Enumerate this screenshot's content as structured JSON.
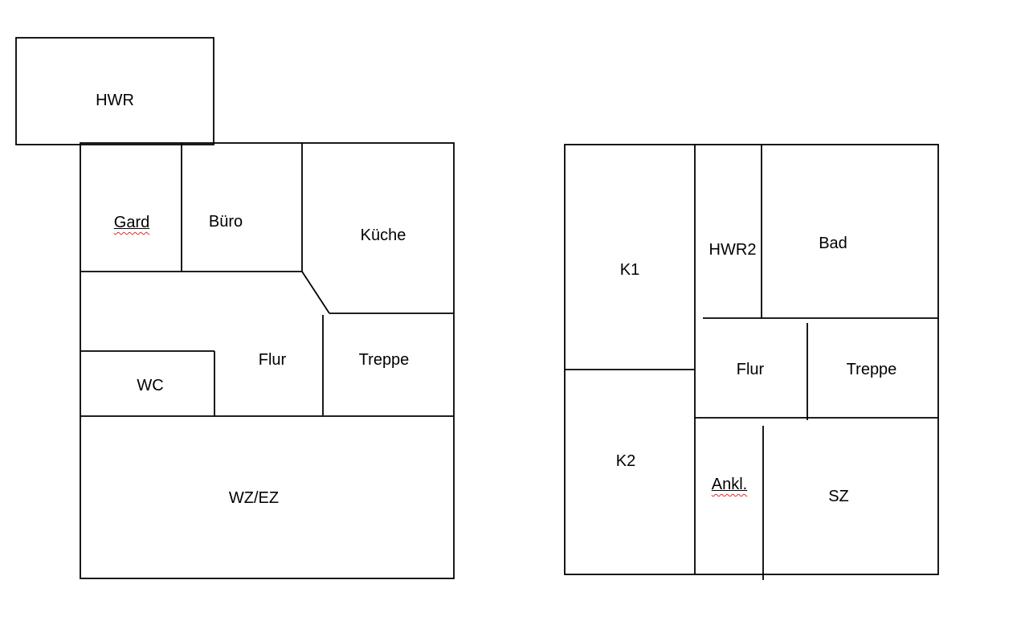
{
  "floorplans": {
    "left": {
      "rooms": {
        "hwr": "HWR",
        "gard": "Gard",
        "buero": "Büro",
        "kueche": "Küche",
        "flur": "Flur",
        "treppe": "Treppe",
        "wc": "WC",
        "wz_ez": "WZ/EZ"
      }
    },
    "right": {
      "rooms": {
        "k1": "K1",
        "hwr2": "HWR2",
        "bad": "Bad",
        "flur": "Flur",
        "treppe": "Treppe",
        "k2": "K2",
        "ankl": "Ankl.",
        "sz": "SZ"
      }
    }
  },
  "colors": {
    "wall": "#000000",
    "ink": "#000000",
    "spellcheck": "#d03030",
    "background": "#ffffff"
  }
}
